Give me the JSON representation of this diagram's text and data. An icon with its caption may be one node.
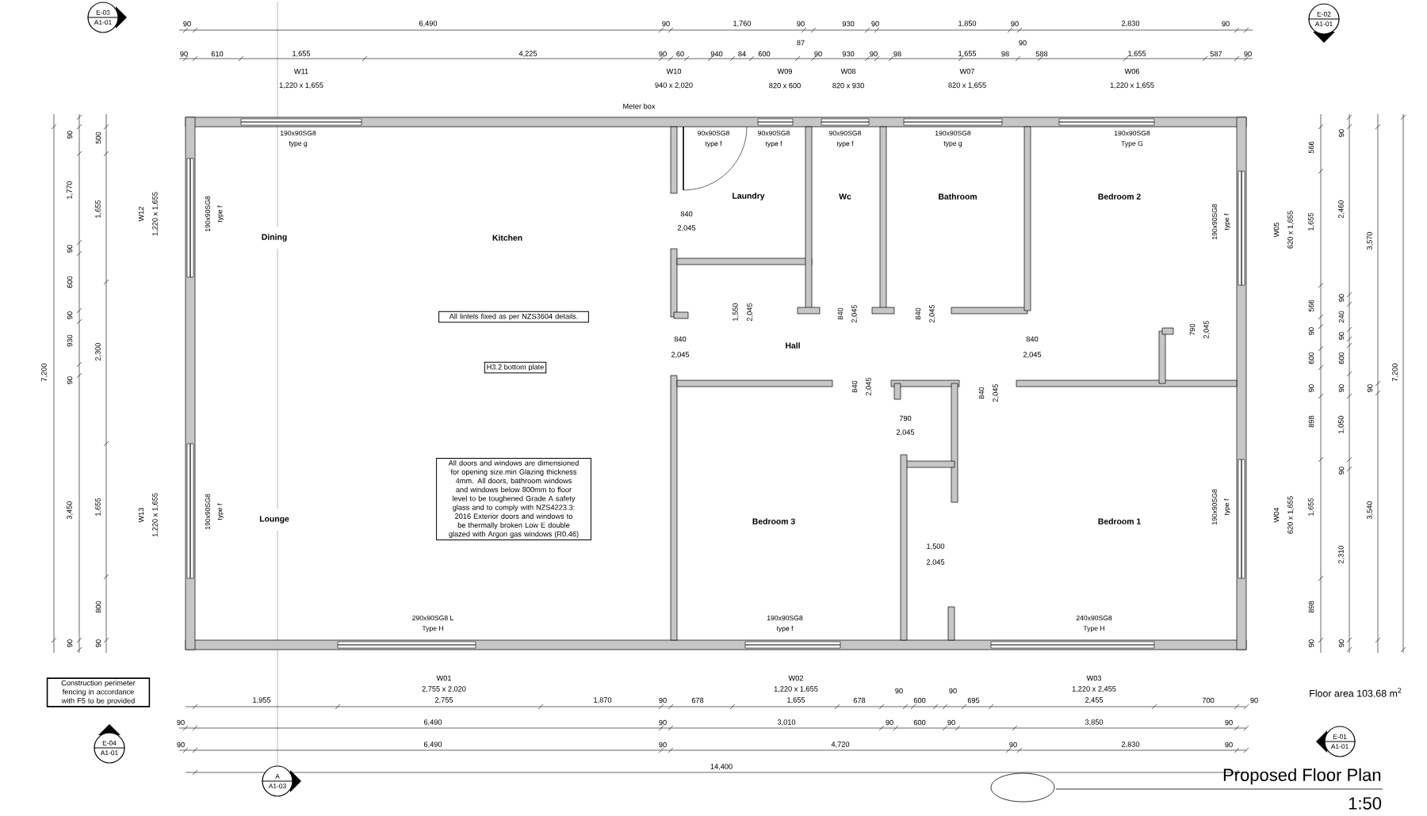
{
  "diagram": {
    "title": "Proposed Floor Plan",
    "nodes": [
      {
        "text": [
          "E-03",
          "A1-01"
        ]
      },
      {
        "text": [
          "E-02",
          "A1-01"
        ]
      },
      {
        "text": [
          "All lintels fixed as per NZS3604 details."
        ]
      },
      {
        "text": [
          "H3.2 bottom plate"
        ]
      },
      {
        "text": [
          "All doors and windows are dimensioned for opening size.min Glazing thickness 4mm. All doors, bathroom windows and windows below 800mm to floor level to be toughened Grade A safety glass and to comply with NZS4223.3: 2016 Exterior doors and windows to be thermally broken Low E double glazed with Argon gas windows (R0.46)"
        ]
      },
      {
        "text": [
          "Construction perimeter fencing in accordance with F5 to be provided"
        ]
      },
      {
        "text": [
          "E-04",
          "A1-01"
        ]
      },
      {
        "text": [
          "E-01",
          "A1-01"
        ]
      },
      {
        "text": [
          "A",
          "A1-03"
        ]
      }
    ],
    "labels": [
      "90",
      "6,490",
      "90",
      "1,760",
      "90",
      "930",
      "90",
      "1,850",
      "90",
      "2,830",
      "90",
      "87",
      "90",
      "90",
      "610",
      "1,655",
      "4,225",
      "90",
      "60",
      "940",
      "84",
      "600",
      "90",
      "930",
      "90",
      "98",
      "1,655",
      "98",
      "588",
      "1,655",
      "587",
      "90",
      "W11",
      "1,220 x 1,655",
      "W10",
      "940 x 2,020",
      "W09",
      "820 x 600",
      "W08",
      "820 x 930",
      "W07",
      "820 x 1,655",
      "W06",
      "1,220 x 1,655",
      "Meter box",
      "7,200",
      "90",
      "1,770",
      "90",
      "600",
      "90",
      "930",
      "90",
      "3,450",
      "90",
      "500",
      "1,655",
      "2,300",
      "1,655",
      "800",
      "90",
      "W12",
      "1,220 x 1,655",
      "W13",
      "1,220 x 1,655",
      "190x90SG8",
      "type g",
      "90x90SG8",
      "type f",
      "90x90SG8",
      "type f",
      "90x90SG8",
      "type f",
      "190x90SG8",
      "type g",
      "190x90SG8",
      "Type G",
      "Laundry",
      "Wc",
      "Bathroom",
      "Bedroom 2",
      "190x90SG8",
      "type f",
      "Dining",
      "Kitchen",
      "840",
      "2,045",
      "190x90SG8",
      "type f",
      "1,550",
      "2,045",
      "840",
      "2,045",
      "840",
      "2,045",
      "840",
      "2,045",
      "Hall",
      "840",
      "2,045",
      "790",
      "2,045",
      "840",
      "2,045",
      "840",
      "2,045",
      "790",
      "2,045",
      "190x90SG8",
      "type f",
      "Lounge",
      "Bedroom 3",
      "Bedroom 1",
      "190x90SG8",
      "type f",
      "1,500",
      "2,045",
      "290x90SG8 L",
      "Type H",
      "190x90SG8",
      "type f",
      "240x90SG8",
      "Type H",
      "W05",
      "620 x 1,655",
      "W04",
      "620 x 1,655",
      "566",
      "1,655",
      "566",
      "90",
      "600",
      "90",
      "898",
      "1,655",
      "898",
      "90",
      "90",
      "2,460",
      "90",
      "240",
      "90",
      "600",
      "90",
      "1,050",
      "90",
      "2,310",
      "90",
      "3,570",
      "90",
      "3,540",
      "7,200",
      "W01",
      "2,755 x 2,020",
      "W02",
      "1,220 x 1,655",
      "W03",
      "1,220 x 2,455",
      "1,955",
      "2,755",
      "1,870",
      "90",
      "678",
      "1,655",
      "678",
      "90",
      "600",
      "90",
      "695",
      "2,455",
      "700",
      "90",
      "90",
      "6,490",
      "90",
      "3,010",
      "90",
      "600",
      "90",
      "3,850",
      "90",
      "90",
      "6,490",
      "90",
      "4,720",
      "90",
      "2,830",
      "90",
      "14,400",
      "Floor area 103.68 m$^{2}$",
      "1:50"
    ]
  }
}
